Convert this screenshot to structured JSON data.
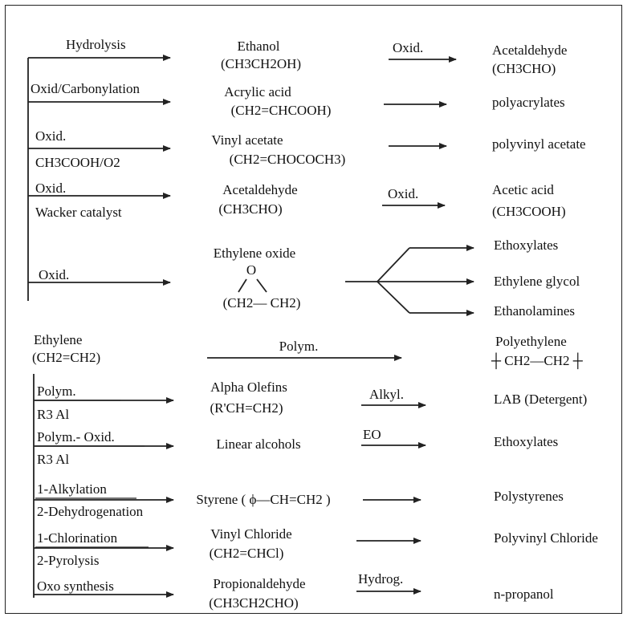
{
  "ethanol_branch": {
    "process": "Hydrolysis",
    "name": "Ethanol",
    "formula": "(CH3CH2OH)",
    "step": "Oxid.",
    "product": "Acetaldehyde",
    "product_formula": "(CH3CHO)"
  },
  "acrylic_branch": {
    "process": "Oxid/Carbonylation",
    "name": "Acrylic acid",
    "formula": "(CH2=CHCOOH)",
    "product": "polyacrylates"
  },
  "vinyl_acetate_branch": {
    "process": "Oxid.",
    "reagent": "CH3COOH/O2",
    "name": "Vinyl acetate",
    "formula": "(CH2=CHOCOCH3)",
    "product": "polyvinyl acetate"
  },
  "acetaldehyde_branch": {
    "process": "Oxid.",
    "reagent": "Wacker catalyst",
    "name": "Acetaldehyde",
    "formula": "(CH3CHO)",
    "step": "Oxid.",
    "product": "Acetic acid",
    "product_formula": "(CH3COOH)"
  },
  "ethylene_oxide_branch": {
    "process": "Oxid.",
    "name": "Ethylene oxide",
    "ring_atom": "O",
    "ring_formula": "(CH2— CH2)",
    "products": [
      "Ethoxylates",
      "Ethylene glycol",
      "Ethanolamines"
    ]
  },
  "ethylene": {
    "name": "Ethylene",
    "formula": "(CH2=CH2)",
    "process": "Polym.",
    "product": "Polyethylene",
    "product_formula": "┼ CH2—CH2 ┼"
  },
  "alpha_olefins_branch": {
    "process": "Polym.",
    "catalyst": "R3 Al",
    "name": "Alpha Olefins",
    "formula": "(R'CH=CH2)",
    "step": "Alkyl.",
    "product": "LAB (Detergent)"
  },
  "linear_alcohols_branch": {
    "process": "Polym.- Oxid.",
    "catalyst": "R3 Al",
    "name": "Linear alcohols",
    "step": "EO",
    "product": "Ethoxylates"
  },
  "styrene_branch": {
    "process_1": "1-Alkylation",
    "process_2": "2-Dehydrogenation",
    "name": "Styrene ( ϕ—CH=CH2 )",
    "product": "Polystyrenes"
  },
  "vinyl_chloride_branch": {
    "process_1": "1-Chlorination",
    "process_2": "2-Pyrolysis",
    "name": "Vinyl Chloride",
    "formula": "(CH2=CHCl)",
    "product": "Polyvinyl Chloride"
  },
  "propionaldehyde_branch": {
    "process": "Oxo synthesis",
    "name": "Propionaldehyde",
    "formula": "(CH3CH2CHO)",
    "step": "Hydrog.",
    "product": "n-propanol"
  }
}
